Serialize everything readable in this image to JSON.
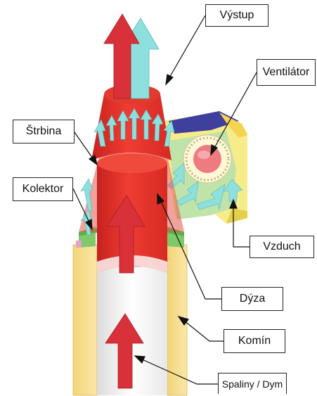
{
  "labels": {
    "vystup": "Výstup",
    "ventilator": "Ventilátor",
    "strbina": "Štrbina",
    "kolektor": "Kolektor",
    "vzduch": "Vzduch",
    "dyza": "Dýza",
    "komin": "Komín",
    "spaliny": "Spaliny / Dym"
  },
  "colors": {
    "outer_cone_red": "#e8382c",
    "flue_red_arrow": "#d9313a",
    "air_cyan_arrow": "#8ee0df",
    "chimney_wall": "#f8df8e",
    "chimney_inner": "#ffffff",
    "fan_housing_yellow": "#f7ec8c",
    "fan_housing_top": "#3f3f9e",
    "fan_inner_green": "#bfe3a8",
    "collector_green": "#7fc96a",
    "fan_rotor_pink": "#ee7b80"
  }
}
